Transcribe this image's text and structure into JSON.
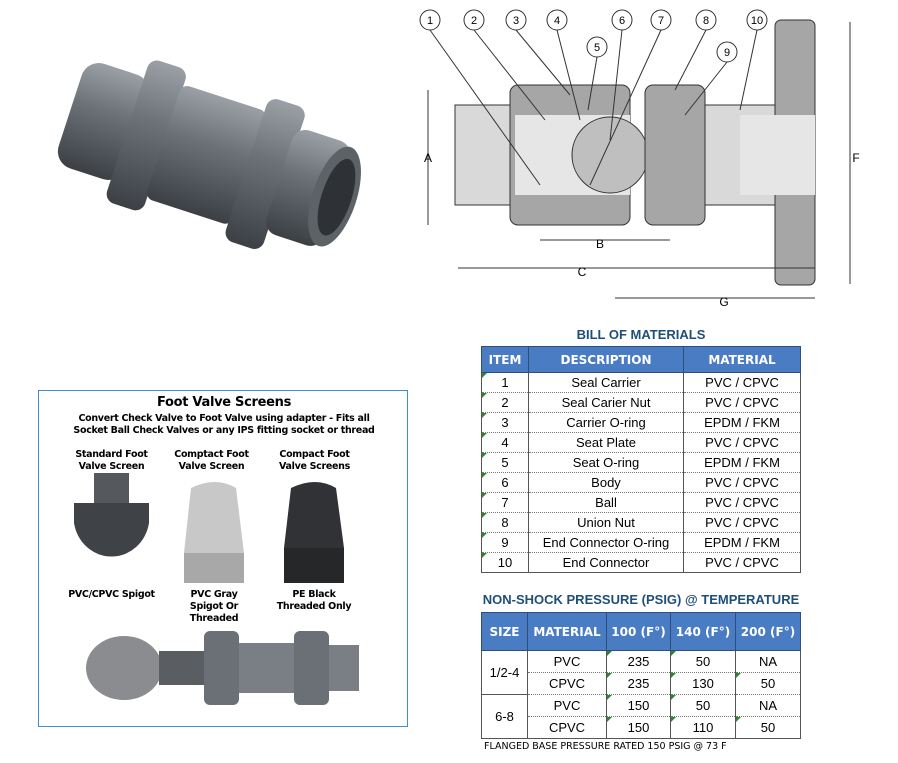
{
  "diagram": {
    "callouts": [
      "1",
      "2",
      "3",
      "4",
      "5",
      "6",
      "7",
      "8",
      "9",
      "10"
    ],
    "dimensions": [
      "A",
      "B",
      "C",
      "F",
      "G"
    ]
  },
  "bom": {
    "title": "BILL OF MATERIALS",
    "headers": [
      "ITEM",
      "DESCRIPTION",
      "MATERIAL"
    ],
    "rows": [
      [
        "1",
        "Seal Carrier",
        "PVC / CPVC"
      ],
      [
        "2",
        "Seal Carier Nut",
        "PVC / CPVC"
      ],
      [
        "3",
        "Carrier O-ring",
        "EPDM / FKM"
      ],
      [
        "4",
        "Seat Plate",
        "PVC / CPVC"
      ],
      [
        "5",
        "Seat O-ring",
        "EPDM / FKM"
      ],
      [
        "6",
        "Body",
        "PVC / CPVC"
      ],
      [
        "7",
        "Ball",
        "PVC / CPVC"
      ],
      [
        "8",
        "Union Nut",
        "PVC / CPVC"
      ],
      [
        "9",
        "End Connector O-ring",
        "EPDM / FKM"
      ],
      [
        "10",
        "End Connector",
        "PVC / CPVC"
      ]
    ]
  },
  "pressure": {
    "title": "NON-SHOCK PRESSURE (PSIG) @ TEMPERATURE",
    "headers": [
      "SIZE",
      "MATERIAL",
      "100 (F°)",
      "140 (F°)",
      "200 (F°)"
    ],
    "groups": [
      {
        "size": "1/2-4",
        "rows": [
          [
            "PVC",
            "235",
            "50",
            "NA"
          ],
          [
            "CPVC",
            "235",
            "130",
            "50"
          ]
        ]
      },
      {
        "size": "6-8",
        "rows": [
          [
            "PVC",
            "150",
            "50",
            "NA"
          ],
          [
            "CPVC",
            "150",
            "110",
            "50"
          ]
        ]
      }
    ],
    "footnote": "FLANGED BASE PRESSURE RATED 150 PSIG @ 73 F"
  },
  "foot_valve": {
    "title": "Foot Valve Screens",
    "subtitle": "Convert Check Valve to Foot Valve using adapter - Fits all Socket Ball Check Valves or any IPS fitting socket or thread",
    "screens": [
      {
        "name": "Standard Foot Valve Screen",
        "material": "PVC/CPVC Spigot"
      },
      {
        "name": "Comptact Foot Valve Screen",
        "material": "PVC Gray Spigot Or Threaded"
      },
      {
        "name": "Compact Foot Valve Screens",
        "material": "PE Black Threaded Only"
      }
    ]
  }
}
